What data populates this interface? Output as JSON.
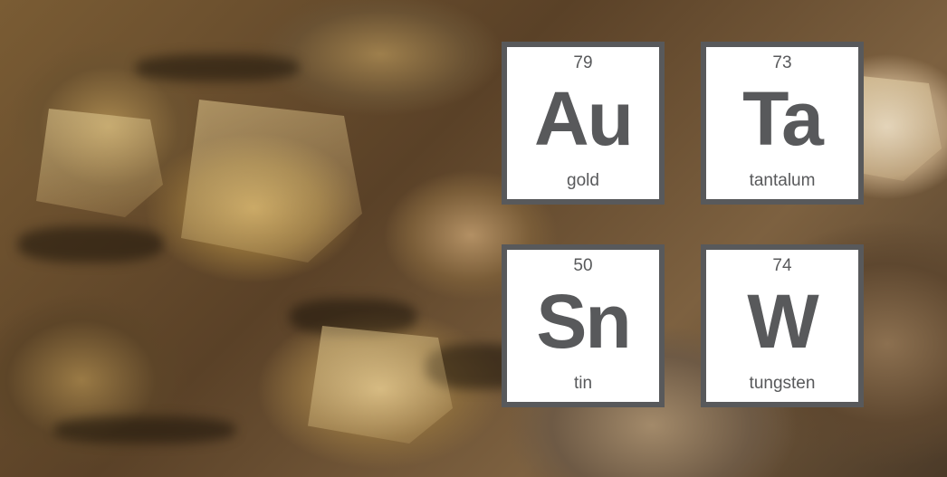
{
  "elements": [
    {
      "number": "79",
      "symbol": "Au",
      "name": "gold"
    },
    {
      "number": "73",
      "symbol": "Ta",
      "name": "tantalum"
    },
    {
      "number": "50",
      "symbol": "Sn",
      "name": "tin"
    },
    {
      "number": "74",
      "symbol": "W",
      "name": "tungsten"
    }
  ],
  "colors": {
    "tile_border": "#58595b",
    "tile_text": "#58595b",
    "tile_background": "#ffffff"
  }
}
